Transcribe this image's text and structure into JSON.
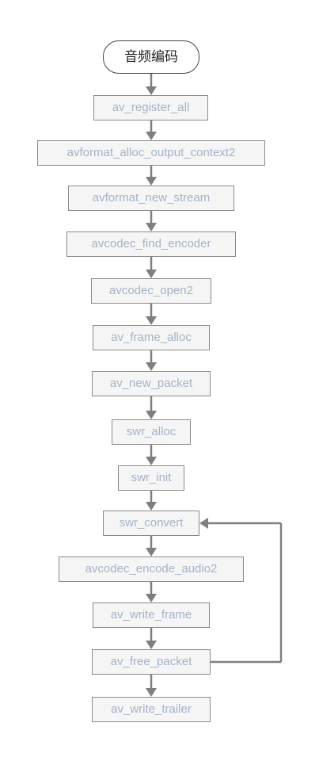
{
  "diagram": {
    "start": {
      "label": "音频编码"
    },
    "steps": [
      {
        "label": "av_register_all"
      },
      {
        "label": "avformat_alloc_output_context2"
      },
      {
        "label": "avformat_new_stream"
      },
      {
        "label": "avcodec_find_encoder"
      },
      {
        "label": "avcodec_open2"
      },
      {
        "label": "av_frame_alloc"
      },
      {
        "label": "av_new_packet"
      },
      {
        "label": "swr_alloc"
      },
      {
        "label": "swr_init"
      },
      {
        "label": "swr_convert"
      },
      {
        "label": "avcodec_encode_audio2"
      },
      {
        "label": "av_write_frame"
      },
      {
        "label": "av_free_packet"
      },
      {
        "label": "av_write_trailer"
      }
    ],
    "loop": {
      "from_step": 12,
      "to_step": 9
    },
    "colors": {
      "box_fill": "#f5f5f5",
      "box_border": "#8a8a8a",
      "box_text": "#a3b3c8",
      "arrow": "#7f7f7f"
    }
  }
}
